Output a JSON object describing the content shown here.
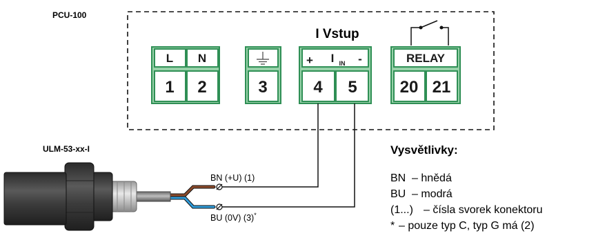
{
  "device_top": "PCU-100",
  "device_sensor": "ULM-53-xx-I",
  "input_group_title": "I Vstup",
  "terminal_blocks": {
    "power": {
      "labels": [
        "L",
        "N"
      ],
      "numbers": [
        "1",
        "2"
      ]
    },
    "ground": {
      "numbers": [
        "3"
      ]
    },
    "input": {
      "plus": "+",
      "main": "I",
      "sub": "IN",
      "minus": "-",
      "numbers": [
        "4",
        "5"
      ]
    },
    "relay": {
      "label": "RELAY",
      "numbers": [
        "20",
        "21"
      ]
    }
  },
  "wires": {
    "brown": {
      "label": "BN (+U) (1)",
      "color": "#8b4a2b"
    },
    "blue": {
      "label": "BU (0V) (3)",
      "sup": "*",
      "color": "#2f9ad8"
    }
  },
  "legend": {
    "title": "Vysvětlivky:",
    "items": [
      {
        "key": "BN",
        "text": "– hnědá"
      },
      {
        "key": "BU",
        "text": "– modrá"
      },
      {
        "key": "(1...)",
        "text": "– čísla svorek konektoru"
      },
      {
        "key": "*",
        "text": "– pouze typ C, typ G má (2)"
      }
    ]
  },
  "colors": {
    "terminal_green": "#2f8f55",
    "terminal_fill": "#98d2a9",
    "sensor_body": "#3a3a3a"
  }
}
